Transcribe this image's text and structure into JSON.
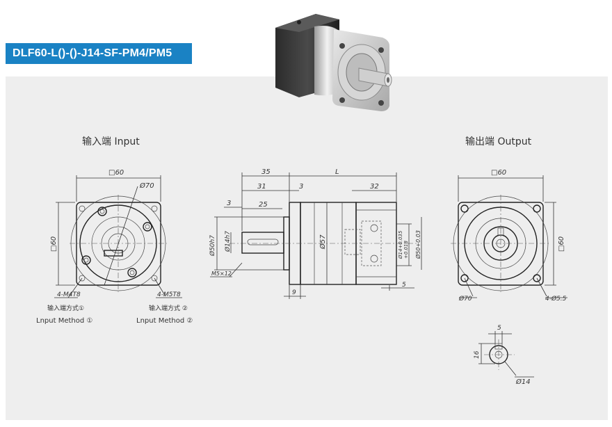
{
  "header": {
    "model_title": "DLF60-L()-()-J14-SF-PM4/PM5"
  },
  "views": {
    "input": {
      "title": "输入端 Input",
      "dim_square": "□60",
      "dim_side": "□60",
      "dim_pcd": "Ø70",
      "callout_left_holes": "4-M4T8",
      "callout_left_cn": "输入端方式①",
      "callout_left_en": "Lnput Method ①",
      "callout_right_holes": "4-M5T8",
      "callout_right_cn": "输入端方式 ②",
      "callout_right_en": "Lnput Method ②"
    },
    "side": {
      "dim_35": "35",
      "dim_L": "L",
      "dim_31": "31",
      "dim_3a": "3",
      "dim_32": "32",
      "dim_3b": "3",
      "dim_25": "25",
      "dim_50h7": "Ø50h7",
      "dim_14h7": "Ø14h7",
      "dim_57": "Ø57",
      "dim_14tol": "Ø14+0.035",
      "dim_14tol2": "+0.018",
      "dim_50tol": "Ø50+0.03",
      "dim_M5": "M5×12",
      "dim_9": "9",
      "dim_5": "5"
    },
    "output": {
      "title": "输出端 Output",
      "dim_square": "□60",
      "dim_side": "□60",
      "dim_pcd": "Ø70",
      "dim_holes": "4-Ø5.5"
    },
    "shaft_detail": {
      "dim_key": "5",
      "dim_height": "16",
      "dim_dia": "Ø14"
    }
  },
  "colors": {
    "title_bg": "#1a82c4",
    "panel_bg": "#eeeeee",
    "line": "#333333"
  },
  "photo": {
    "icon": "planetary-gearbox-photo"
  }
}
